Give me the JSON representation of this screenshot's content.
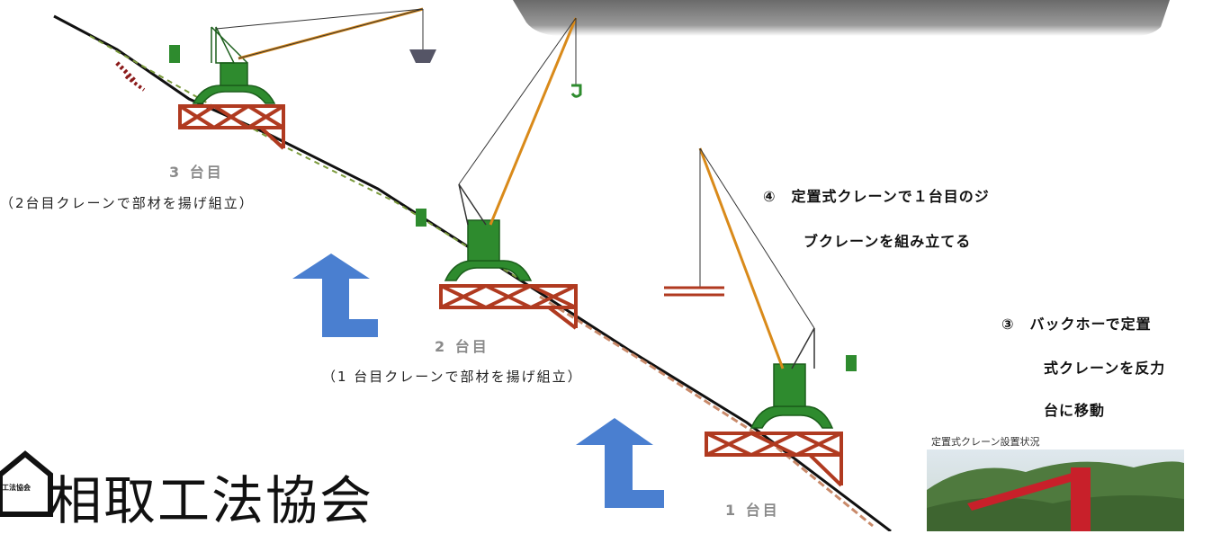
{
  "labels": {
    "crane3_title": "3 台目",
    "crane3_sub": "（2台目クレーンで部材を揚げ組立）",
    "crane2_title": "2 台目",
    "crane2_sub": "（1 台目クレーンで部材を揚げ組立）",
    "crane1_title": "1 台目"
  },
  "steps": {
    "step4_line1": "④　定置式クレーンで１台目のジ",
    "step4_line2": "ブクレーンを組み立てる",
    "step3_line1": "③　バックホーで定置",
    "step3_line2": "式クレーンを反力",
    "step3_line3": "台に移動"
  },
  "photo": {
    "caption": "定置式クレーン設置状況"
  },
  "logo": {
    "text": "相取工法協会",
    "mark_text": "工法協会"
  },
  "colors": {
    "crane_green": "#2e8b2e",
    "boom_orange": "#d98a1a",
    "frame_red": "#b03a20",
    "arrow_blue": "#4a7fd0",
    "slope_black": "#111111"
  }
}
